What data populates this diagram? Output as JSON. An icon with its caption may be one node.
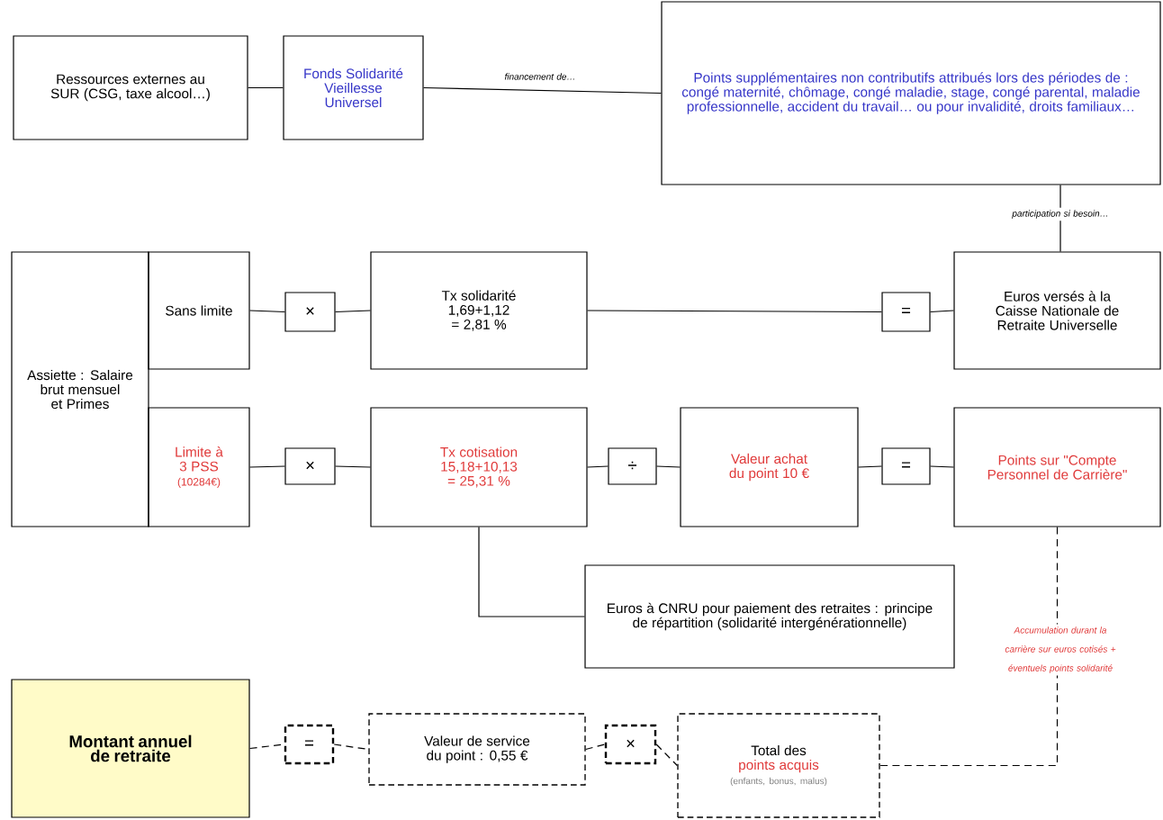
{
  "diagram": {
    "nodes": [
      {
        "text": [
          "Ressources externes au SUR (CSG, taxe alcool…)"
        ]
      },
      {
        "text": [
          "Fonds Solidarité Vieillesse Universel"
        ]
      },
      {
        "text": [
          "Points supplémentaires non contributifs attribués lors des périodes de : congé maternité, chômage, congé maladie, stage, congé parental, maladie professionnelle, accident du travail… ou pour invalidité, droits familiaux…"
        ]
      },
      {
        "text": [
          "Assiette : Salaire brut mensuel et Primes"
        ]
      },
      {
        "text": [
          "Sans limite"
        ]
      },
      {
        "text": [
          "×"
        ]
      },
      {
        "text": [
          "Tx solidarité 1,69+1,12 = 2,81 %"
        ]
      },
      {
        "text": [
          "="
        ]
      },
      {
        "text": [
          "Euros versés à la Caisse Nationale de Retraite Universelle"
        ]
      },
      {
        "text": [
          "Limite à 3 PSS",
          "(10284€)"
        ]
      },
      {
        "text": [
          "×"
        ]
      },
      {
        "text": [
          "Tx cotisation 15,18+10,13 = 25,31 %"
        ]
      },
      {
        "text": [
          "÷"
        ]
      },
      {
        "text": [
          "Valeur achat du point 10 €"
        ]
      },
      {
        "text": [
          "="
        ]
      },
      {
        "text": [
          "Points sur \"Compte Personnel de Carrière\""
        ]
      },
      {
        "text": [
          "Euros à CNRU pour paiement des retraites : principe de répartition (solidarité intergénérationnelle)"
        ]
      },
      {
        "text": [
          "Montant annuel de retraite"
        ]
      },
      {
        "text": [
          "="
        ]
      },
      {
        "text": [
          "Valeur de service du point : 0,55 €"
        ]
      },
      {
        "text": [
          "×"
        ]
      },
      {
        "text": [
          "Total des",
          "points acquis",
          "(enfants, bonus, malus)"
        ]
      }
    ],
    "edges": [
      {
        "from": 0,
        "to": 1,
        "arrow": "none"
      },
      {
        "from": 1,
        "to": 2,
        "arrow": "none",
        "label": "financement de…"
      },
      {
        "from": 2,
        "to": 8,
        "arrow": "none",
        "label": "participation si besoin…"
      },
      {
        "from": 4,
        "to": 5,
        "arrow": "none"
      },
      {
        "from": 5,
        "to": 6,
        "arrow": "none"
      },
      {
        "from": 6,
        "to": 7,
        "arrow": "none"
      },
      {
        "from": 7,
        "to": 8,
        "arrow": "none"
      },
      {
        "from": 9,
        "to": 10,
        "arrow": "none"
      },
      {
        "from": 10,
        "to": 11,
        "arrow": "none"
      },
      {
        "from": 11,
        "to": 12,
        "arrow": "none"
      },
      {
        "from": 12,
        "to": 13,
        "arrow": "none"
      },
      {
        "from": 13,
        "to": 14,
        "arrow": "none"
      },
      {
        "from": 14,
        "to": 15,
        "arrow": "none"
      },
      {
        "from": 11,
        "to": 16,
        "arrow": "none"
      },
      {
        "from": 15,
        "to": 21,
        "arrow": "none",
        "style": "dashed",
        "label": "Accumulation durant la carrière sur euros cotisés + éventuels points solidarité"
      },
      {
        "from": 17,
        "to": 18,
        "arrow": "none",
        "style": "dashed"
      },
      {
        "from": 18,
        "to": 19,
        "arrow": "none",
        "style": "dashed"
      },
      {
        "from": 19,
        "to": 20,
        "arrow": "none",
        "style": "dashed"
      },
      {
        "from": 20,
        "to": 21,
        "arrow": "none",
        "style": "dashed"
      }
    ]
  }
}
